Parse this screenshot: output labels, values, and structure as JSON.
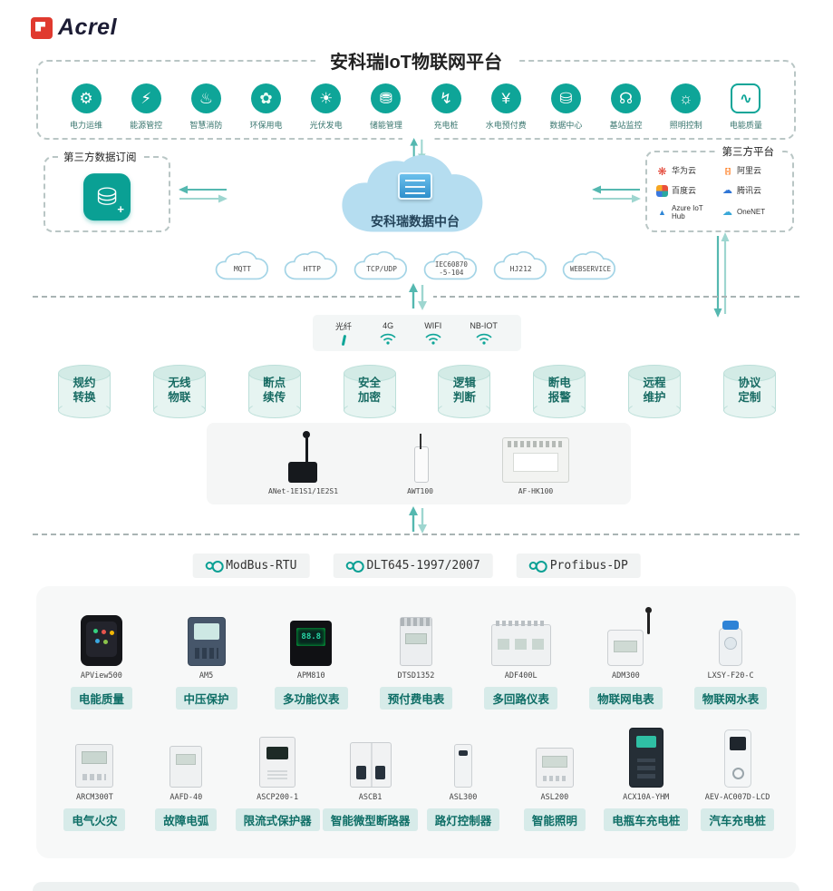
{
  "brand": {
    "name": "Acrel",
    "logo_color": "#e03a2f"
  },
  "title": "安科瑞IoT物联网平台",
  "colors": {
    "accent_teal": "#0aa094",
    "cloud_blue": "#b5ddf0",
    "chip_teal_bg": "#d7ebe9",
    "chip_teal_text": "#0e6e66"
  },
  "applications": [
    {
      "label": "电力运维",
      "icon": "power-ops-icon"
    },
    {
      "label": "能源管控",
      "icon": "energy-control-icon"
    },
    {
      "label": "智慧消防",
      "icon": "smart-fire-icon"
    },
    {
      "label": "环保用电",
      "icon": "eco-power-icon"
    },
    {
      "label": "光伏发电",
      "icon": "pv-generation-icon"
    },
    {
      "label": "储能管理",
      "icon": "energy-storage-icon"
    },
    {
      "label": "充电桩",
      "icon": "charging-pile-icon"
    },
    {
      "label": "水电预付费",
      "icon": "prepaid-utility-icon"
    },
    {
      "label": "数据中心",
      "icon": "data-center-icon"
    },
    {
      "label": "基站监控",
      "icon": "base-station-icon"
    },
    {
      "label": "照明控制",
      "icon": "lighting-control-icon"
    },
    {
      "label": "电能质量",
      "icon": "power-quality-icon"
    }
  ],
  "subscription_box": {
    "title": "第三方数据订阅",
    "icon": "database-plus-icon"
  },
  "data_platform": {
    "label": "安科瑞数据中台",
    "icon": "cloud-server-icon"
  },
  "third_party_box": {
    "title": "第三方平台",
    "platforms": [
      {
        "name": "华为云"
      },
      {
        "name": "阿里云"
      },
      {
        "name": "百度云"
      },
      {
        "name": "腾讯云"
      },
      {
        "name": "Azure IoT Hub"
      },
      {
        "name": "OneNET"
      }
    ]
  },
  "transport_protocols": [
    {
      "label": "MQTT"
    },
    {
      "label": "HTTP"
    },
    {
      "label": "TCP/UDP"
    },
    {
      "label": "IEC60870\n-5-104"
    },
    {
      "label": "HJ212"
    },
    {
      "label": "WEBSERVICE"
    }
  ],
  "connectivity": [
    {
      "label": "光纤",
      "icon": "fiber-icon"
    },
    {
      "label": "4G",
      "icon": "wifi-icon"
    },
    {
      "label": "WIFI",
      "icon": "wifi-icon"
    },
    {
      "label": "NB-IOT",
      "icon": "wifi-icon"
    }
  ],
  "capabilities": [
    {
      "label": "规约\n转换"
    },
    {
      "label": "无线\n物联"
    },
    {
      "label": "断点\n续传"
    },
    {
      "label": "安全\n加密"
    },
    {
      "label": "逻辑\n判断"
    },
    {
      "label": "断电\n报警"
    },
    {
      "label": "远程\n维护"
    },
    {
      "label": "协议\n定制"
    }
  ],
  "gateways": [
    {
      "model": "ANet-1E1S1/1E2S1"
    },
    {
      "model": "AWT100"
    },
    {
      "model": "AF-HK100"
    }
  ],
  "field_protocols": [
    {
      "label": "ModBus-RTU"
    },
    {
      "label": "DLT645-1997/2007"
    },
    {
      "label": "Profibus-DP"
    }
  ],
  "devices_row1": [
    {
      "model": "APView500",
      "label": "电能质量"
    },
    {
      "model": "AM5",
      "label": "中压保护"
    },
    {
      "model": "APM810",
      "label": "多功能仪表"
    },
    {
      "model": "DTSD1352",
      "label": "预付费电表"
    },
    {
      "model": "ADF400L",
      "label": "多回路仪表"
    },
    {
      "model": "ADM300",
      "label": "物联网电表"
    },
    {
      "model": "LXSY-F20-C",
      "label": "物联网水表"
    }
  ],
  "devices_row2": [
    {
      "model": "ARCM300T",
      "label": "电气火灾"
    },
    {
      "model": "AAFD-40",
      "label": "故障电弧"
    },
    {
      "model": "ASCP200-1",
      "label": "限流式保护器"
    },
    {
      "model": "ASCB1",
      "label": "智能微型断路器"
    },
    {
      "model": "ASL300",
      "label": "路灯控制器"
    },
    {
      "model": "ASL200",
      "label": "智能照明"
    },
    {
      "model": "ACX10A-YHM",
      "label": "电瓶车充电桩"
    },
    {
      "model": "AEV-AC007D-LCD",
      "label": "汽车充电桩"
    }
  ]
}
